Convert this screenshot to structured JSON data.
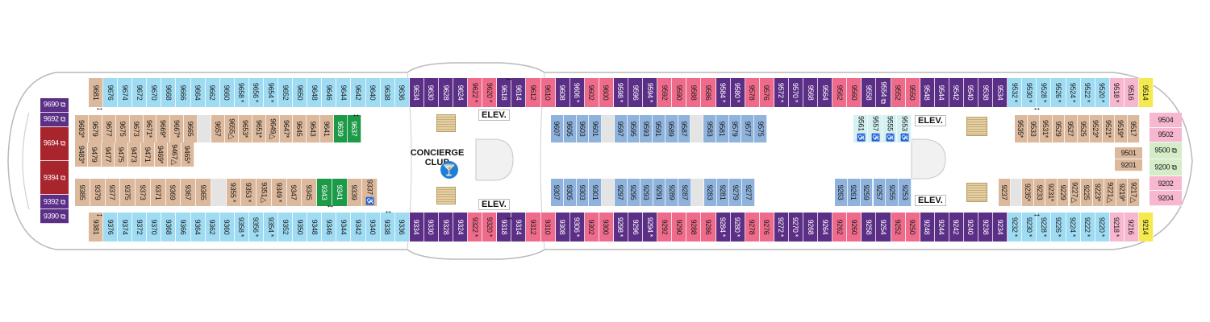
{
  "labels": {
    "elev": "ELEV.",
    "concierge_line1": "CONCIERGE",
    "concierge_line2": "CLUB"
  },
  "colors": {
    "tan": "#dcb99c",
    "light_blue": "#9fdcf3",
    "purple": "#5b2f86",
    "pink": "#ef6b8c",
    "mid_blue": "#8fb3dc",
    "green": "#1d9a48",
    "dark_red": "#a8252d",
    "yellow": "#f4ea4f",
    "light_pink": "#f7b7cf",
    "light_green": "#d4ecc7",
    "pale_cyan": "#d6f1f1",
    "light_gray": "#e4e4e4",
    "hull_line": "#b9b9b9"
  },
  "icons": {
    "accessible": "♿",
    "concierge": "martini-glass-icon",
    "connecting": "double-arrow-icon"
  },
  "rows": {
    "top_outer": [
      {
        "c": "9681",
        "k": "tan"
      },
      {
        "c": "9676",
        "k": "light_blue"
      },
      {
        "c": "9674",
        "k": "light_blue"
      },
      {
        "c": "9672",
        "k": "light_blue"
      },
      {
        "c": "9670",
        "k": "light_blue"
      },
      {
        "c": "9668",
        "k": "light_blue"
      },
      {
        "c": "9666",
        "k": "light_blue"
      },
      {
        "c": "9664",
        "k": "light_blue"
      },
      {
        "c": "9662",
        "k": "light_blue"
      },
      {
        "c": "9660",
        "k": "light_blue"
      },
      {
        "c": "9658 *",
        "k": "light_blue"
      },
      {
        "c": "9656 *",
        "k": "light_blue"
      },
      {
        "c": "9654 *",
        "k": "light_blue"
      },
      {
        "c": "9652",
        "k": "light_blue"
      },
      {
        "c": "9650",
        "k": "light_blue"
      },
      {
        "c": "9648",
        "k": "light_blue"
      },
      {
        "c": "9646",
        "k": "light_blue"
      },
      {
        "c": "9644",
        "k": "light_blue"
      },
      {
        "c": "9642",
        "k": "light_blue"
      },
      {
        "c": "9640",
        "k": "light_blue"
      },
      {
        "c": "9638",
        "k": "light_blue"
      },
      {
        "c": "9636",
        "k": "light_blue"
      },
      {
        "c": "9634",
        "k": "purple"
      },
      {
        "c": "9630",
        "k": "purple"
      },
      {
        "c": "9628",
        "k": "purple"
      },
      {
        "c": "9624",
        "k": "purple"
      },
      {
        "c": "9622 *",
        "k": "pink"
      },
      {
        "c": "9620 *",
        "k": "pink"
      },
      {
        "c": "9618",
        "k": "purple"
      },
      {
        "c": "9614",
        "k": "purple"
      },
      {
        "c": "9612",
        "k": "pink"
      },
      {
        "c": "9610",
        "k": "pink"
      },
      {
        "c": "9608",
        "k": "purple"
      },
      {
        "c": "9606 *",
        "k": "purple"
      },
      {
        "c": "9602",
        "k": "pink"
      },
      {
        "c": "9600",
        "k": "pink"
      },
      {
        "c": "9598 *",
        "k": "purple"
      },
      {
        "c": "9596",
        "k": "purple"
      },
      {
        "c": "9594 *",
        "k": "purple"
      },
      {
        "c": "9592",
        "k": "pink"
      },
      {
        "c": "9590",
        "k": "pink"
      },
      {
        "c": "9588",
        "k": "pink"
      },
      {
        "c": "9586",
        "k": "pink"
      },
      {
        "c": "9584 *",
        "k": "purple"
      },
      {
        "c": "9580 *",
        "k": "purple"
      },
      {
        "c": "9578",
        "k": "pink"
      },
      {
        "c": "9576",
        "k": "pink"
      },
      {
        "c": "9572 *",
        "k": "purple"
      },
      {
        "c": "9570 *",
        "k": "purple"
      },
      {
        "c": "9568",
        "k": "purple"
      },
      {
        "c": "9564",
        "k": "purple"
      },
      {
        "c": "9562",
        "k": "pink"
      },
      {
        "c": "9560",
        "k": "pink"
      },
      {
        "c": "9558",
        "k": "purple"
      },
      {
        "c": "9554 ⧉",
        "k": "purple"
      },
      {
        "c": "9552",
        "k": "pink"
      },
      {
        "c": "9550",
        "k": "pink"
      },
      {
        "c": "9548",
        "k": "purple"
      },
      {
        "c": "9544",
        "k": "purple"
      },
      {
        "c": "9542",
        "k": "purple"
      },
      {
        "c": "9540",
        "k": "purple"
      },
      {
        "c": "9538",
        "k": "purple"
      },
      {
        "c": "9534",
        "k": "purple"
      },
      {
        "c": "9532 *",
        "k": "light_blue"
      },
      {
        "c": "9530 *",
        "k": "light_blue"
      },
      {
        "c": "9528 *",
        "k": "light_blue"
      },
      {
        "c": "9526 *",
        "k": "light_blue"
      },
      {
        "c": "9524 *",
        "k": "light_blue"
      },
      {
        "c": "9522 *",
        "k": "light_blue"
      },
      {
        "c": "9520 *",
        "k": "light_blue"
      },
      {
        "c": "9518 *",
        "k": "light_pink"
      },
      {
        "c": "9516",
        "k": "light_pink"
      },
      {
        "c": "9514",
        "k": "yellow"
      }
    ],
    "top_inner_left": [
      {
        "c": "9683*",
        "k": "tan"
      },
      {
        "c": "9679",
        "k": "tan"
      },
      {
        "c": "9677",
        "k": "tan"
      },
      {
        "c": "9675",
        "k": "tan"
      },
      {
        "c": "9673",
        "k": "tan"
      },
      {
        "c": "9671*",
        "k": "tan"
      },
      {
        "c": "9669*",
        "k": "tan"
      },
      {
        "c": "9667*",
        "k": "tan"
      },
      {
        "c": "9665",
        "k": "tan"
      },
      {
        "c": "",
        "k": "light_gray"
      },
      {
        "c": "9657",
        "k": "tan"
      },
      {
        "c": "9655△",
        "k": "tan"
      },
      {
        "c": "9653*",
        "k": "tan"
      },
      {
        "c": "9651*",
        "k": "tan"
      },
      {
        "c": "9649△",
        "k": "tan"
      },
      {
        "c": "9647*",
        "k": "tan"
      },
      {
        "c": "9645",
        "k": "tan"
      },
      {
        "c": "9643",
        "k": "tan"
      },
      {
        "c": "9641",
        "k": "tan"
      },
      {
        "c": "9639",
        "k": "green"
      },
      {
        "c": "9637",
        "k": "green"
      }
    ],
    "top_inner_left2": [
      {
        "c": "9483*",
        "k": "tan"
      },
      {
        "c": "9479",
        "k": "tan"
      },
      {
        "c": "9477",
        "k": "tan"
      },
      {
        "c": "9475",
        "k": "tan"
      },
      {
        "c": "9473",
        "k": "tan"
      },
      {
        "c": "9471",
        "k": "tan"
      },
      {
        "c": "9469*",
        "k": "tan"
      },
      {
        "c": "9467△",
        "k": "tan"
      },
      {
        "c": "9465*",
        "k": "tan"
      }
    ],
    "bottom_inner_left": [
      {
        "c": "9385",
        "k": "tan"
      },
      {
        "c": "9379",
        "k": "tan"
      },
      {
        "c": "9377",
        "k": "tan"
      },
      {
        "c": "9375",
        "k": "tan"
      },
      {
        "c": "9373",
        "k": "tan"
      },
      {
        "c": "9371",
        "k": "tan"
      },
      {
        "c": "9369",
        "k": "tan"
      },
      {
        "c": "9367",
        "k": "tan"
      },
      {
        "c": "9365",
        "k": "tan"
      },
      {
        "c": "",
        "k": "light_gray"
      },
      {
        "c": "9355 *",
        "k": "tan"
      },
      {
        "c": "9353 *",
        "k": "tan"
      },
      {
        "c": "9351△",
        "k": "tan"
      },
      {
        "c": "9349 *",
        "k": "tan"
      },
      {
        "c": "9347",
        "k": "tan"
      },
      {
        "c": "9345",
        "k": "tan"
      },
      {
        "c": "9343",
        "k": "green"
      },
      {
        "c": "9341",
        "k": "green"
      },
      {
        "c": "9339",
        "k": "tan"
      },
      {
        "c": "9337 ♿",
        "k": "tan"
      }
    ],
    "bottom_outer": [
      {
        "c": "9381",
        "k": "tan"
      },
      {
        "c": "9376",
        "k": "light_blue"
      },
      {
        "c": "9374",
        "k": "light_blue"
      },
      {
        "c": "9372",
        "k": "light_blue"
      },
      {
        "c": "9370",
        "k": "light_blue"
      },
      {
        "c": "9368",
        "k": "light_blue"
      },
      {
        "c": "9366",
        "k": "light_blue"
      },
      {
        "c": "9364",
        "k": "light_blue"
      },
      {
        "c": "9362",
        "k": "light_blue"
      },
      {
        "c": "9360",
        "k": "light_blue"
      },
      {
        "c": "9358 *",
        "k": "light_blue"
      },
      {
        "c": "9356 *",
        "k": "light_blue"
      },
      {
        "c": "9354 *",
        "k": "light_blue"
      },
      {
        "c": "9352",
        "k": "light_blue"
      },
      {
        "c": "9350",
        "k": "light_blue"
      },
      {
        "c": "9348",
        "k": "light_blue"
      },
      {
        "c": "9346",
        "k": "light_blue"
      },
      {
        "c": "9344",
        "k": "light_blue"
      },
      {
        "c": "9342",
        "k": "light_blue"
      },
      {
        "c": "9340",
        "k": "light_blue"
      },
      {
        "c": "9338",
        "k": "light_blue"
      },
      {
        "c": "9336",
        "k": "light_blue"
      },
      {
        "c": "9334",
        "k": "purple"
      },
      {
        "c": "9330",
        "k": "purple"
      },
      {
        "c": "9328",
        "k": "purple"
      },
      {
        "c": "9324",
        "k": "purple"
      },
      {
        "c": "9322 *",
        "k": "pink"
      },
      {
        "c": "9320 *",
        "k": "pink"
      },
      {
        "c": "9318",
        "k": "purple"
      },
      {
        "c": "9314",
        "k": "purple"
      },
      {
        "c": "9312",
        "k": "pink"
      },
      {
        "c": "9310",
        "k": "pink"
      },
      {
        "c": "9308",
        "k": "purple"
      },
      {
        "c": "9306 *",
        "k": "purple"
      },
      {
        "c": "9302",
        "k": "pink"
      },
      {
        "c": "9300",
        "k": "pink"
      },
      {
        "c": "9298 *",
        "k": "purple"
      },
      {
        "c": "9296",
        "k": "purple"
      },
      {
        "c": "9294 *",
        "k": "purple"
      },
      {
        "c": "9292",
        "k": "pink"
      },
      {
        "c": "9290",
        "k": "pink"
      },
      {
        "c": "9288",
        "k": "pink"
      },
      {
        "c": "9286",
        "k": "pink"
      },
      {
        "c": "9284 *",
        "k": "purple"
      },
      {
        "c": "9280 *",
        "k": "purple"
      },
      {
        "c": "9278",
        "k": "pink"
      },
      {
        "c": "9276",
        "k": "pink"
      },
      {
        "c": "9272 *",
        "k": "purple"
      },
      {
        "c": "9270 *",
        "k": "purple"
      },
      {
        "c": "9268",
        "k": "purple"
      },
      {
        "c": "9264",
        "k": "purple"
      },
      {
        "c": "9262",
        "k": "pink"
      },
      {
        "c": "9260",
        "k": "pink"
      },
      {
        "c": "9258",
        "k": "purple"
      },
      {
        "c": "9254",
        "k": "purple"
      },
      {
        "c": "9252",
        "k": "pink"
      },
      {
        "c": "9250",
        "k": "pink"
      },
      {
        "c": "9248",
        "k": "purple"
      },
      {
        "c": "9244",
        "k": "purple"
      },
      {
        "c": "9242",
        "k": "purple"
      },
      {
        "c": "9240",
        "k": "purple"
      },
      {
        "c": "9238",
        "k": "purple"
      },
      {
        "c": "9234",
        "k": "purple"
      },
      {
        "c": "9232 *",
        "k": "light_blue"
      },
      {
        "c": "9230 *",
        "k": "light_blue"
      },
      {
        "c": "9228 *",
        "k": "light_blue"
      },
      {
        "c": "9226 *",
        "k": "light_blue"
      },
      {
        "c": "9224 *",
        "k": "light_blue"
      },
      {
        "c": "9222 *",
        "k": "light_blue"
      },
      {
        "c": "9220 *",
        "k": "light_blue"
      },
      {
        "c": "9218 *",
        "k": "light_pink"
      },
      {
        "c": "9216",
        "k": "light_pink"
      },
      {
        "c": "9214",
        "k": "yellow"
      }
    ],
    "mid_top_a": [
      {
        "c": "9607",
        "k": "mid_blue"
      },
      {
        "c": "9605",
        "k": "mid_blue"
      },
      {
        "c": "9603",
        "k": "mid_blue"
      },
      {
        "c": "9601",
        "k": "mid_blue"
      },
      {
        "c": "",
        "k": "light_gray"
      },
      {
        "c": "9597",
        "k": "mid_blue"
      },
      {
        "c": "9595",
        "k": "mid_blue"
      },
      {
        "c": "9593",
        "k": "mid_blue"
      },
      {
        "c": "9591",
        "k": "mid_blue"
      },
      {
        "c": "9589",
        "k": "mid_blue"
      },
      {
        "c": "9587",
        "k": "mid_blue"
      },
      {
        "c": "",
        "k": "light_gray"
      },
      {
        "c": "9583",
        "k": "mid_blue"
      },
      {
        "c": "9581",
        "k": "mid_blue"
      },
      {
        "c": "9579",
        "k": "mid_blue"
      },
      {
        "c": "9577",
        "k": "mid_blue"
      },
      {
        "c": "9575",
        "k": "mid_blue"
      }
    ],
    "mid_top_b": [
      {
        "c": "9561 ♿",
        "k": "pale_cyan"
      },
      {
        "c": "9557 ♿",
        "k": "pale_cyan"
      },
      {
        "c": "9555 ♿",
        "k": "pale_cyan"
      },
      {
        "c": "9553 ♿",
        "k": "pale_cyan"
      }
    ],
    "mid_bottom_a": [
      {
        "c": "9307",
        "k": "mid_blue"
      },
      {
        "c": "9305",
        "k": "mid_blue"
      },
      {
        "c": "9303",
        "k": "mid_blue"
      },
      {
        "c": "9301",
        "k": "mid_blue"
      },
      {
        "c": "",
        "k": "light_gray"
      },
      {
        "c": "9297",
        "k": "mid_blue"
      },
      {
        "c": "9295",
        "k": "mid_blue"
      },
      {
        "c": "9293",
        "k": "mid_blue"
      },
      {
        "c": "9291",
        "k": "mid_blue"
      },
      {
        "c": "9289",
        "k": "mid_blue"
      },
      {
        "c": "9287",
        "k": "mid_blue"
      },
      {
        "c": "",
        "k": "light_gray"
      },
      {
        "c": "9283",
        "k": "mid_blue"
      },
      {
        "c": "9281",
        "k": "mid_blue"
      },
      {
        "c": "9279",
        "k": "mid_blue"
      },
      {
        "c": "9277",
        "k": "mid_blue"
      }
    ],
    "mid_bottom_b": [
      {
        "c": "9263",
        "k": "mid_blue"
      },
      {
        "c": "9261",
        "k": "mid_blue"
      },
      {
        "c": "9259",
        "k": "mid_blue"
      },
      {
        "c": "9257",
        "k": "mid_blue"
      },
      {
        "c": "9255",
        "k": "mid_blue"
      },
      {
        "c": "9253",
        "k": "mid_blue"
      }
    ],
    "fwd_top": [
      {
        "c": "9535*",
        "k": "tan"
      },
      {
        "c": "9533",
        "k": "tan"
      },
      {
        "c": "9531*",
        "k": "tan"
      },
      {
        "c": "9529",
        "k": "tan"
      },
      {
        "c": "9527",
        "k": "tan"
      },
      {
        "c": "9525",
        "k": "tan"
      },
      {
        "c": "9523*",
        "k": "tan"
      },
      {
        "c": "9521*",
        "k": "tan"
      },
      {
        "c": "9519*",
        "k": "tan"
      },
      {
        "c": "9517",
        "k": "tan"
      }
    ],
    "fwd_bottom": [
      {
        "c": "9237",
        "k": "tan"
      },
      {
        "c": "",
        "k": "light_gray"
      },
      {
        "c": "9235*",
        "k": "tan"
      },
      {
        "c": "9233",
        "k": "tan"
      },
      {
        "c": "9231*",
        "k": "tan"
      },
      {
        "c": "9229",
        "k": "tan"
      },
      {
        "c": "9227△",
        "k": "tan"
      },
      {
        "c": "9225",
        "k": "tan"
      },
      {
        "c": "9223*",
        "k": "tan"
      },
      {
        "c": "9221△",
        "k": "tan"
      },
      {
        "c": "9219*",
        "k": "tan"
      },
      {
        "c": "9217△",
        "k": "tan"
      }
    ],
    "aft_left": [
      {
        "c": "9690 ⧉",
        "k": "purple"
      },
      {
        "c": "9692 ⧉",
        "k": "purple"
      },
      {
        "c": "9694 ⧉",
        "k": "dark_red"
      },
      {
        "c": "9394 ⧉",
        "k": "dark_red"
      },
      {
        "c": "9392 ⧉",
        "k": "purple"
      },
      {
        "c": "9390 ⧉",
        "k": "purple"
      }
    ],
    "fwd_tip": [
      {
        "c": "9504",
        "k": "light_pink"
      },
      {
        "c": "9502",
        "k": "light_pink"
      },
      {
        "c": "9500 ⧉",
        "k": "light_green"
      },
      {
        "c": "9200 ⧉",
        "k": "light_green"
      },
      {
        "c": "9202",
        "k": "light_pink"
      },
      {
        "c": "9204",
        "k": "light_pink"
      }
    ],
    "fwd_small": [
      {
        "c": "9501",
        "k": "tan"
      },
      {
        "c": "9201",
        "k": "tan"
      }
    ]
  }
}
